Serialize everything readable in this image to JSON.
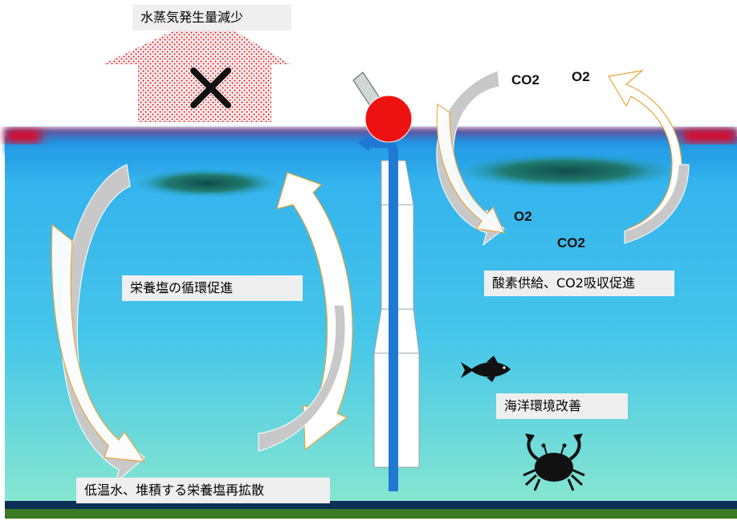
{
  "labels": {
    "evaporation": "水蒸気発生量減少",
    "nutrient_cycle": "栄養塩の循環促進",
    "oxygen_supply": "酸素供給、CO2吸収促進",
    "marine_env": "海洋環境改善",
    "cold_water": "低温水、堆積する栄養塩再拡散"
  },
  "gases": {
    "co2_top": "CO2",
    "o2_top": "O2",
    "o2_bottom": "O2",
    "co2_bottom": "CO2"
  },
  "colors": {
    "sea_surface": "#1a8fe0",
    "sea_deep": "#7ee3cf",
    "hot_layer": "#e8001c",
    "pipe": "#1f78d1",
    "buoy": "#ee1111",
    "arrow_gray": "#c8c8c8",
    "arrow_white": "#ffffff",
    "arrow_outline": "#e8a53a"
  },
  "icons": [
    "cross-icon",
    "fish-icon",
    "crab-icon"
  ]
}
